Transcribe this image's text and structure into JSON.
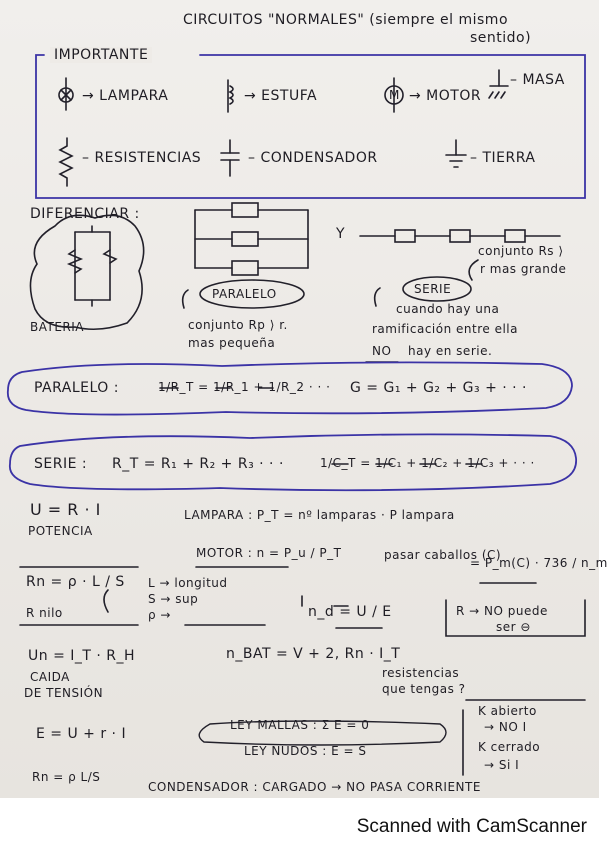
{
  "heading": {
    "title": "CIRCUITOS \"NORMALES\" (siempre el mismo",
    "title2": "sentido)"
  },
  "important": {
    "label": "IMPORTANTE",
    "lampara": "→ LAMPARA",
    "estufa": "→ ESTUFA",
    "motor": "→ MOTOR",
    "motor_symbol": "M",
    "masa": "– MASA",
    "resistencias": "– RESISTENCIAS",
    "condensador": "– CONDENSADOR",
    "tierra": "– TIERRA"
  },
  "diferenciar": {
    "label": "DIFERENCIAR :",
    "y": "Y",
    "bateria": "BATERIA",
    "conjunto_rs": "conjunto Rs ⟩",
    "r_mas_grande": "r mas grande",
    "paralelo": "PARALELO",
    "serie": "SERIE",
    "paralelo_note1": "conjunto Rp ⟩ r.",
    "paralelo_note2": "mas pequeña",
    "serie_note1": "cuando hay una",
    "serie_note2": "ramificación entre ella",
    "serie_note3_no": "NO",
    "serie_note3": "hay en serie."
  },
  "formulas": {
    "paralelo_label": "PARALELO :",
    "paralelo_eq": "1/R_T = 1/R_1 + 1/R_2 · · ·",
    "paralelo_g": "G = G₁ + G₂ + G₃ + · · ·",
    "serie_label": "SERIE :",
    "serie_eq": "R_T = R₁ + R₂ + R₃ · · ·",
    "serie_c": "1/C_T = 1/C₁ + 1/C₂ + 1/C₃ + · · ·"
  },
  "notes": {
    "u_eq": "U = R · I",
    "potencia": "POTENCIA",
    "lampara": "LAMPARA : P_T = nº lamparas · P lampara",
    "motor": "MOTOR : n = P_u / P_T",
    "pasar": "pasar caballos (C)",
    "pasar_eq": "= P_m(C) · 736 / n_m",
    "rn_eq": "Rn = ρ · L / S",
    "rn_sub": "R nilo",
    "long": "L → longitud",
    "sup": "S → sup",
    "rho": "ρ →",
    "nd": "n_d = U / E",
    "r_no": "R → NO puede",
    "r_ser": "ser ⊖",
    "un_eq": "Un = I_T · R_H",
    "caida": "CAIDA",
    "tension": "DE TENSIÓN",
    "nbat": "n_BAT = V + 2, Rn · I_T",
    "resist": "resistencias",
    "que_tengas": "que tengas ?",
    "e_eq": "E = U + r · I",
    "ley_mallas": "LEY MALLAS : Σ E = 0",
    "ley_nudos": "LEY NUDOS : E = S",
    "k_abierto": "K abierto",
    "no_i": "→ NO I",
    "k_cerrado": "K cerrado",
    "si_i": "→ Si I",
    "rn_last": "Rn = ρ L/S",
    "condensador": "CONDENSADOR : CARGADO → NO PASA CORRIENTE"
  },
  "footer": {
    "text": "Scanned with CamScanner"
  },
  "colors": {
    "ink": "#1f1d24",
    "accent_blue": "#3b33a6"
  }
}
